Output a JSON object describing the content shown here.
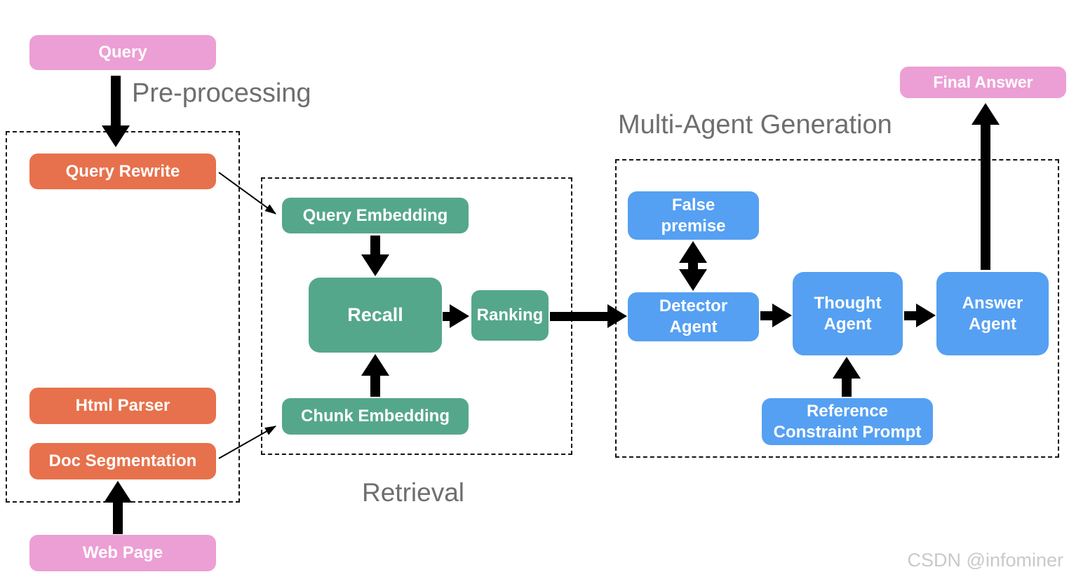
{
  "section_labels": {
    "preprocessing": "Pre-processing",
    "retrieval": "Retrieval",
    "multi_agent": "Multi-Agent Generation"
  },
  "nodes": {
    "query": "Query",
    "query_rewrite": "Query Rewrite",
    "html_parser": "Html Parser",
    "doc_segmentation": "Doc Segmentation",
    "web_page": "Web Page",
    "query_embedding": "Query Embedding",
    "recall": "Recall",
    "ranking": "Ranking",
    "chunk_embedding": "Chunk Embedding",
    "false_premise": "False\npremise",
    "detector_agent": "Detector\nAgent",
    "thought_agent": "Thought\nAgent",
    "answer_agent": "Answer\nAgent",
    "reference_constraint_prompt": "Reference\nConstraint Prompt",
    "final_answer": "Final Answer"
  },
  "connections": [
    {
      "from": "Query",
      "to": "Query Rewrite",
      "style": "thick"
    },
    {
      "from": "Web Page",
      "to": "Doc Segmentation",
      "style": "thick"
    },
    {
      "from": "Query Rewrite",
      "to": "Query Embedding",
      "style": "thin"
    },
    {
      "from": "Doc Segmentation",
      "to": "Chunk Embedding",
      "style": "thin"
    },
    {
      "from": "Query Embedding",
      "to": "Recall",
      "style": "thick"
    },
    {
      "from": "Chunk Embedding",
      "to": "Recall",
      "style": "thick"
    },
    {
      "from": "Recall",
      "to": "Ranking",
      "style": "thick"
    },
    {
      "from": "Ranking",
      "to": "Detector Agent",
      "style": "thick"
    },
    {
      "from": "False premise",
      "to": "Detector Agent",
      "style": "thick-double"
    },
    {
      "from": "Detector Agent",
      "to": "Thought Agent",
      "style": "thick"
    },
    {
      "from": "Reference Constraint Prompt",
      "to": "Thought Agent",
      "style": "thick"
    },
    {
      "from": "Thought Agent",
      "to": "Answer Agent",
      "style": "thick"
    },
    {
      "from": "Answer Agent",
      "to": "Final Answer",
      "style": "thick"
    }
  ],
  "colors": {
    "pink": "#EC9FD4",
    "orange": "#E7714C",
    "green": "#55A78C",
    "blue": "#55A0F2",
    "section_label": "#6E6E6E",
    "arrow": "#000000",
    "dashed_border": "#141414",
    "watermark": "#C9C9CD"
  },
  "watermark": "CSDN @infominer"
}
